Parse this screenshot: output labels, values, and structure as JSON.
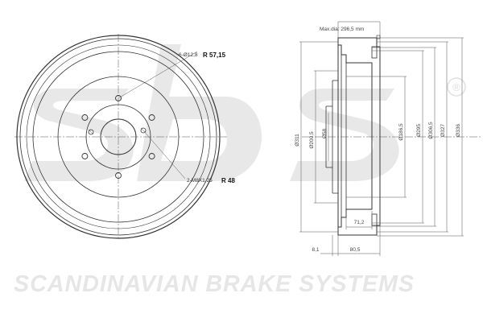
{
  "watermark": {
    "logo_text": "sbs",
    "registered_mark": "®",
    "tagline": "SCANDINAVIAN BRAKE SYSTEMS",
    "color": "#e6e6e6"
  },
  "front_view": {
    "bolt_holes_callout": "6-Ø12,8",
    "bolt_circle_label": "R 57,15",
    "thread_callout": "2-M8X1,25",
    "thread_radius_label": "R 48"
  },
  "section_view": {
    "max_diameter_label": "Max.dia: 296,5 mm",
    "diameters": {
      "d311": "Ø311",
      "d200_5": "Ø200,5",
      "d58": "Ø58",
      "d186_5": "Ø186,5",
      "d295": "Ø295",
      "d306_5": "Ø306,5",
      "d327": "Ø327",
      "d336": "Ø336"
    },
    "depth_71_2": "71,2",
    "depth_8_1": "8,1",
    "depth_80_5": "80,5"
  }
}
